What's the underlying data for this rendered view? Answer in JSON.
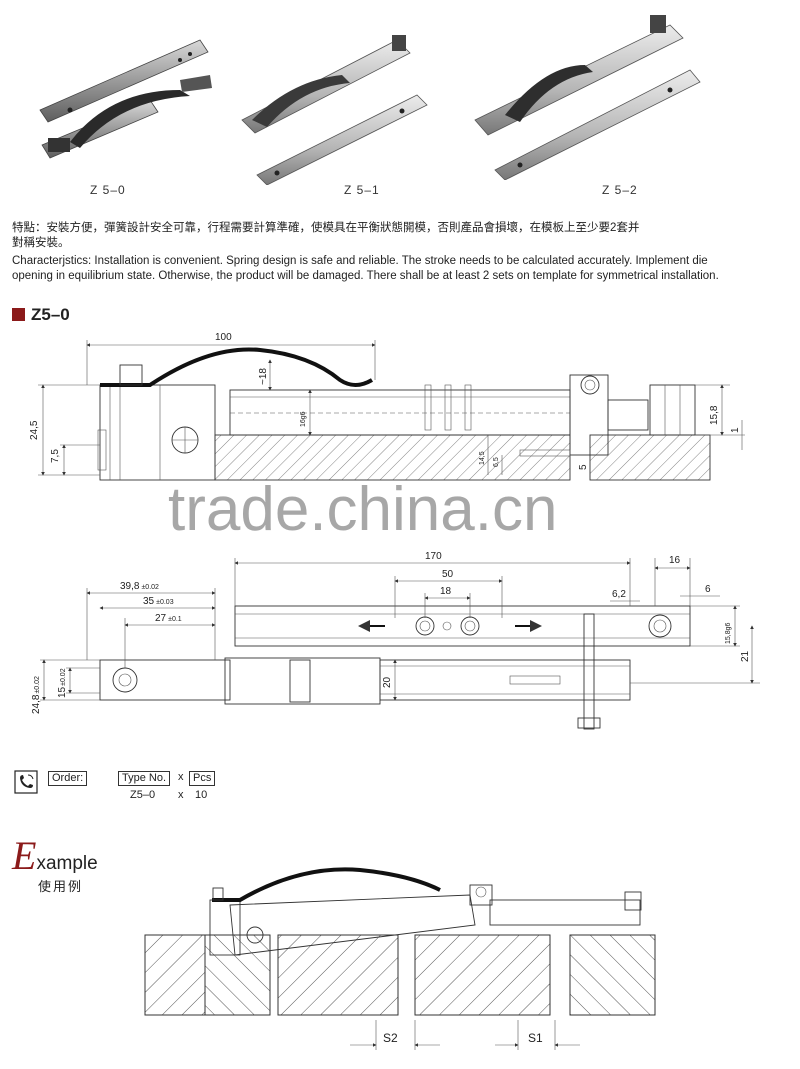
{
  "products": [
    {
      "caption": "Z 5–0"
    },
    {
      "caption": "Z 5–1"
    },
    {
      "caption": "Z 5–2"
    }
  ],
  "description": {
    "cn_line1": "特點：安裝方便，彈簧設計安全可靠，行程需要計算準確，使模具在平衡狀態開模，否則產品會損壞，在模板上至少要2套并",
    "cn_line2": "對稱安裝。",
    "en_line1": "Characterjstics: Installation is convenient. Spring design is safe and reliable. The stroke needs to be calculated accurately. Implement die",
    "en_line2": "opening in equilibrium state. Otherwise, the product will be damaged. There shall be at least 2 sets on template for symmetrical installation."
  },
  "section_title": "Z5–0",
  "side_view_dims": {
    "d100": "100",
    "d18": "~18",
    "d16": "16g6",
    "d24_5": "24,5",
    "d7_5": "7,5",
    "d14_5": "14,5",
    "d6_5": "6,5",
    "d5": "5",
    "d15_8": "15,8",
    "d1": "1"
  },
  "watermark": "trade.china.cn",
  "top_view_dims": {
    "d170": "170",
    "d50": "50",
    "d18": "18",
    "d6_2": "6,2",
    "d16": "16",
    "d6": "6",
    "d15_8": "15,8g6",
    "d21": "21",
    "d20": "20",
    "d39_8": "39,8",
    "d39_8_tol": "±0.02",
    "d35": "35",
    "d35_tol": "±0.03",
    "d27": "27",
    "d27_tol": "±0.1",
    "d24_8": "24,8",
    "d24_8_tol": "±0.02",
    "d15": "15",
    "d15_tol": "±0.02"
  },
  "order": {
    "label": "Order:",
    "type_no": "Type No.",
    "x1": "x",
    "pcs": "Pcs",
    "example_type": "Z5–0",
    "x2": "x",
    "example_qty": "10",
    "icon": "phone-icon"
  },
  "example": {
    "initial": "E",
    "rest": "xample",
    "cn": "使用例",
    "s2": "S2",
    "s1": "S1"
  },
  "colors": {
    "accent": "#8b1a1a",
    "metal": "#8a8a8a"
  }
}
